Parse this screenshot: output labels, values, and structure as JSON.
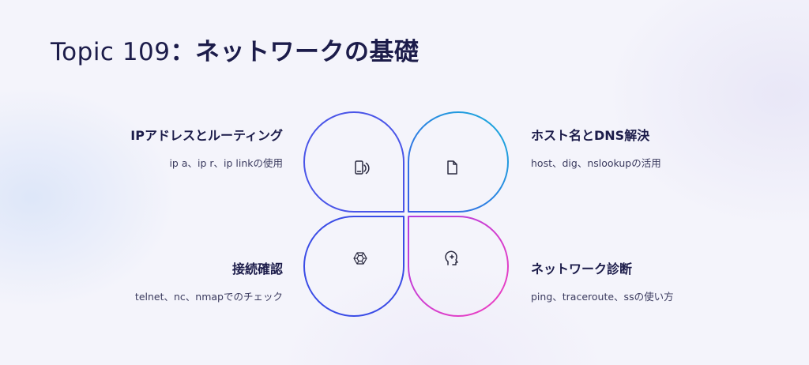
{
  "title": {
    "topic": "Topic 109",
    "separator": "：",
    "main": "ネットワークの基礎"
  },
  "quadrants": {
    "top_left": {
      "heading": "IPアドレスとルーティング",
      "desc": "ip a、ip r、ip linkの使用",
      "icon": "wireless-device-icon",
      "color": "#4a55e8"
    },
    "top_right": {
      "heading": "ホスト名とDNS解決",
      "desc": "host、dig、nslookupの活用",
      "icon": "document-icon",
      "color": "#1fa3dc"
    },
    "bottom_left": {
      "heading": "接続確認",
      "desc": "telnet、nc、nmapでのチェック",
      "icon": "network-polygon-icon",
      "color": "#3a4ce6"
    },
    "bottom_right": {
      "heading": "ネットワーク診断",
      "desc": "ping、traceroute、ssの使い方",
      "icon": "head-medical-icon",
      "color": "#e040c8"
    }
  }
}
